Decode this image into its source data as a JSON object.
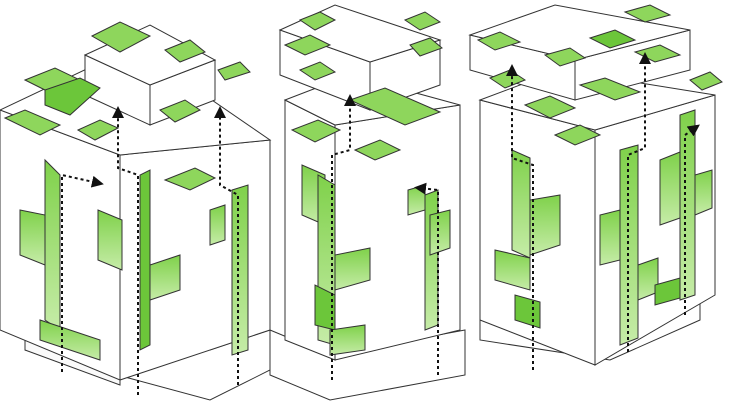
{
  "diagram": {
    "kind": "isometric massing diagram",
    "towers": [
      {
        "id": "tower-1",
        "label": "",
        "path_count": 3
      },
      {
        "id": "tower-2",
        "label": "",
        "path_count": 2
      },
      {
        "id": "tower-3",
        "label": "",
        "path_count": 3
      }
    ],
    "colors": {
      "face_light": "#ffffff",
      "stroke": "#333333",
      "green_light": "#bfe8a2",
      "green_mid": "#8ed65c",
      "green_dark": "#6cc63a",
      "arrow": "#111111"
    },
    "annotations": []
  }
}
